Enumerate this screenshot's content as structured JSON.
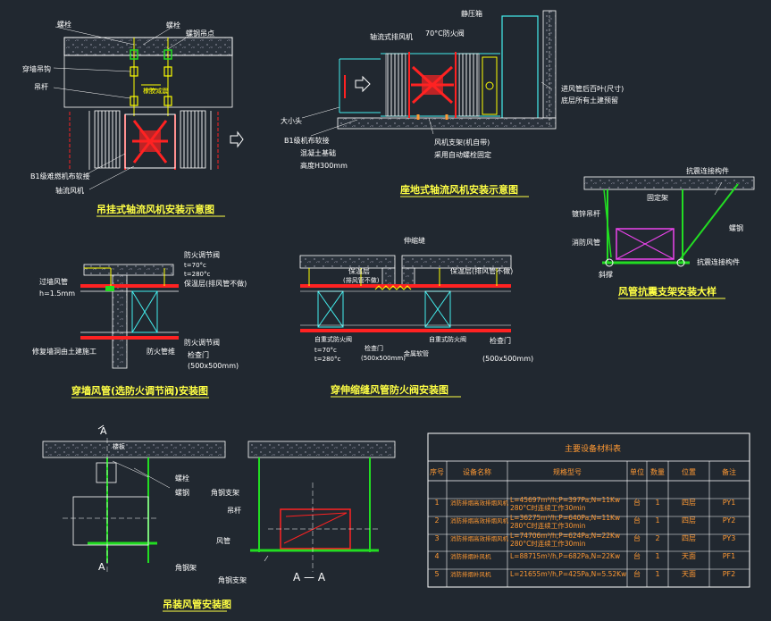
{
  "labels": {
    "d1_title": "吊挂式轴流风机安装示意图",
    "d1_bolt": "螺栓",
    "d1_washer": "螺栓",
    "d1_nut": "螺钢吊点",
    "d1_left1": "穿墙吊钩",
    "d1_left2": "吊杆",
    "d1_mid": "橡胶减震",
    "d1_bottom1": "B1级难燃机布软接",
    "d1_bottom2": "轴流风机",
    "d2_title": "座地式轴流风机安装示意图",
    "d2_box": "静压箱",
    "d2_fan": "轴流式排风机",
    "d2_valve": "70°C防火阀",
    "d2_head": "大小头",
    "d2_soft": "B1级机布软接",
    "d2_base": "混凝土基础",
    "d2_base_h": "高度H300mm",
    "d2_support": "风机支架(机自带)",
    "d2_support2": "采用自动螺栓固定",
    "d2_right1": "进风管后百叶(尺寸)",
    "d2_right2": "底层所有土建预留",
    "d3_title": "风管抗震支架安装大样",
    "d3_a": "抗震连接构件",
    "d3_b": "固定架",
    "d3_c": "镀锌吊杆",
    "d3_d": "消防风管",
    "d3_e": "斜撑",
    "d3_f": "螺钢",
    "d3_g": "抗震连接构件",
    "d4_title": "穿墙风管(选防火调节阀)安装图",
    "d4_a": "防火调节阀",
    "d4_b": "t=70°c",
    "d4_c": "t=280°c",
    "d4_d": "过墙风管",
    "d4_e": "h=1.5mm",
    "d4_f": "保温层(排风管不做)",
    "d4_g": "防火调节阀",
    "d4_h": "检查门",
    "d4_i": "(500x500mm)",
    "d4_j": "防火管维",
    "d4_k": "修复墙洞由土建施工",
    "d5_title": "穿伸缩缝风管防火阀安装图",
    "d5_a": "伸缩缝",
    "d5_b": "保温层",
    "d5_b2": "(排风管不做)",
    "d5_c": "保温层(排风管不做)",
    "d5_d": "自重式防火阀",
    "d5_e": "t=70°c",
    "d5_f": "t=280°c",
    "d5_g": "检查门",
    "d5_h": "(500x500mm)",
    "d5_i": "金属软管",
    "d5_j": "自重式防火阀",
    "d5_k": "检查门",
    "d5_l": "(500x500mm)",
    "d6_title": "吊装风管安装图",
    "d6_a": "楼板",
    "d6_b": "螺栓",
    "d6_c": "螺钢",
    "d6_d": "角钢支架",
    "d6_e": "吊杆",
    "d6_f": "风管",
    "d6_g": "角钢支架",
    "d6_h": "角钢架",
    "d6_sec": "A — A",
    "d6_A": "A"
  },
  "table": {
    "title": "主要设备材料表",
    "headers": [
      "序号",
      "设备名称",
      "规格型号",
      "单位",
      "数量",
      "位置",
      "备注"
    ],
    "rows": [
      {
        "no": "1",
        "name": "消防排烟高效排烟风机",
        "spec": "L=45697m³/h,P=397Pa,N=11Kw 280°C时连续工作30min",
        "unit": "台",
        "qty": "1",
        "loc": "四层",
        "note": "PY1"
      },
      {
        "no": "2",
        "name": "消防排烟高效排烟风机",
        "spec": "L=36275m³/h,P=640Pa,N=11Kw 280°C时连续工作30min",
        "unit": "台",
        "qty": "1",
        "loc": "四层",
        "note": "PY2"
      },
      {
        "no": "3",
        "name": "消防排烟高效排烟风机",
        "spec": "L=74706m³/h,P=624Pa,N=22Kw 280°C时连续工作30min",
        "unit": "台",
        "qty": "2",
        "loc": "四层",
        "note": "PY3"
      },
      {
        "no": "4",
        "name": "消防排烟补风机",
        "spec": "L=88715m³/h,P=682Pa,N=22Kw",
        "unit": "台",
        "qty": "1",
        "loc": "天面",
        "note": "PF1"
      },
      {
        "no": "5",
        "name": "消防排烟补风机",
        "spec": "L=21655m³/h,P=425Pa,N=5.52Kw",
        "unit": "台",
        "qty": "1",
        "loc": "天面",
        "note": "PF2"
      }
    ]
  },
  "colors": {
    "background": "#212830",
    "line": "#ffffff",
    "title": "#ffff40",
    "green": "#22dd22",
    "red": "#ff2020",
    "cyan": "#40e0e0",
    "magenta": "#e040e0",
    "orange": "#ff9933"
  }
}
